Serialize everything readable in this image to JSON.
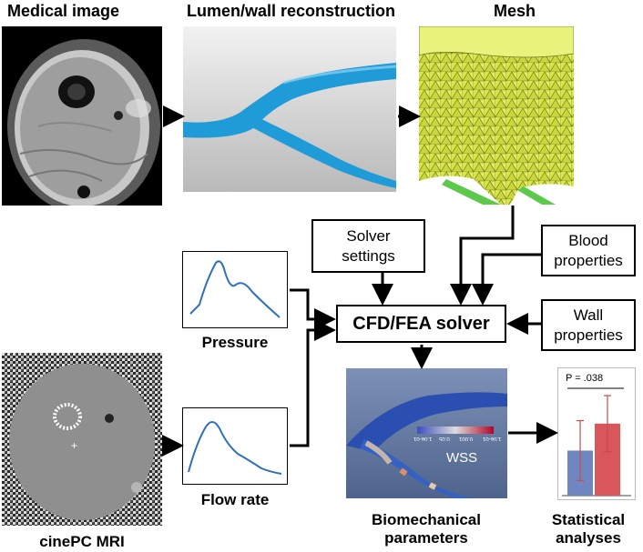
{
  "headers": {
    "medical_image": "Medical image",
    "lumen_wall": "Lumen/wall reconstruction",
    "mesh": "Mesh"
  },
  "boxes": {
    "solver_settings": [
      "Solver",
      "settings"
    ],
    "blood_properties": [
      "Blood",
      "properties"
    ],
    "wall_properties": [
      "Wall",
      "properties"
    ],
    "solver": "CFD/FEA solver"
  },
  "labels": {
    "pressure": "Pressure",
    "flow_rate": "Flow rate",
    "cinepc": "cinePC MRI",
    "biomechanical": [
      "Biomechanical",
      "parameters"
    ],
    "statistical": [
      "Statistical",
      "analyses"
    ]
  },
  "wss": {
    "label": "WSS",
    "colorbar_ticks": [
      "1.0e-01",
      "0.05",
      "0.001",
      "1.0e-01"
    ]
  },
  "stats": {
    "p_value": "P = .038",
    "chart_data": {
      "type": "bar",
      "categories": [
        "",
        ""
      ],
      "values": [
        0.45,
        0.72
      ],
      "error": [
        0.3,
        0.28
      ],
      "ylim": [
        0,
        1
      ],
      "colors": [
        "#6f86c0",
        "#d9565b"
      ]
    }
  },
  "colors": {
    "vessel": "#1f9bd8",
    "mesh_fill": "#d8e64a",
    "mesh_green": "#5cc94a",
    "wss_bg": "#6a7fa8"
  }
}
